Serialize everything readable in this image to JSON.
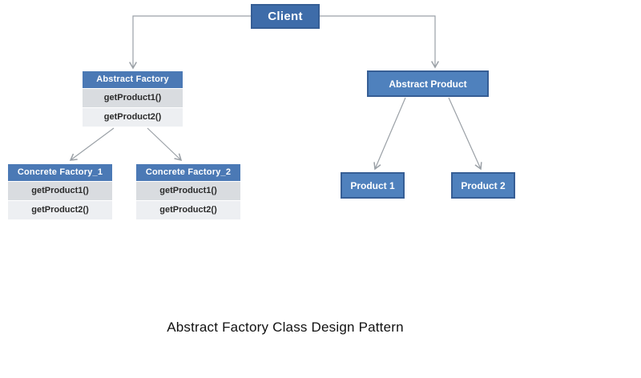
{
  "diagram": {
    "caption": "Abstract Factory Class Design Pattern",
    "client": {
      "label": "Client"
    },
    "abstract_factory": {
      "title": "Abstract Factory",
      "methods": [
        "getProduct1()",
        "getProduct2()"
      ]
    },
    "concrete_factory_1": {
      "title": "Concrete Factory_1",
      "methods": [
        "getProduct1()",
        "getProduct2()"
      ]
    },
    "concrete_factory_2": {
      "title": "Concrete Factory_2",
      "methods": [
        "getProduct1()",
        "getProduct2()"
      ]
    },
    "abstract_product": {
      "label": "Abstract Product"
    },
    "product_1": {
      "label": "Product 1"
    },
    "product_2": {
      "label": "Product 2"
    },
    "colors": {
      "client_fill": "#3e6ca9",
      "box_fill": "#4f81bd",
      "box_border": "#365e95",
      "header_fill": "#4b79b5",
      "row_odd": "#d9dce0",
      "row_even": "#edeff2",
      "connector": "#9aa0a6"
    }
  }
}
